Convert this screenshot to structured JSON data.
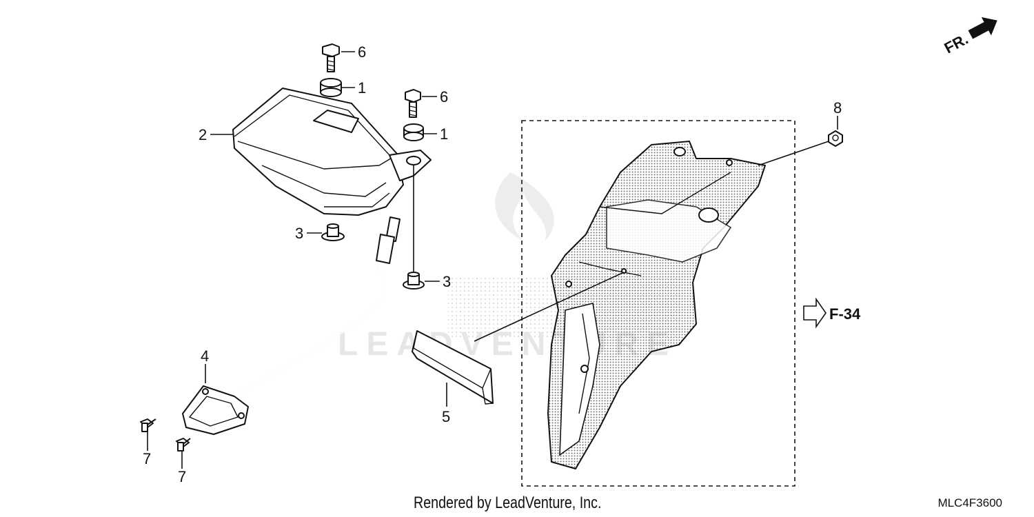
{
  "callouts": {
    "c1a": "1",
    "c1b": "1",
    "c2": "2",
    "c3a": "3",
    "c3b": "3",
    "c4": "4",
    "c5": "5",
    "c6a": "6",
    "c6b": "6",
    "c7a": "7",
    "c7b": "7",
    "c8": "8"
  },
  "front_indicator": "FR.",
  "reference": "F-34",
  "watermark": "LEADVENTURE",
  "footer_text": "Rendered by LeadVenture, Inc.",
  "diagram_code": "MLC4F3600"
}
